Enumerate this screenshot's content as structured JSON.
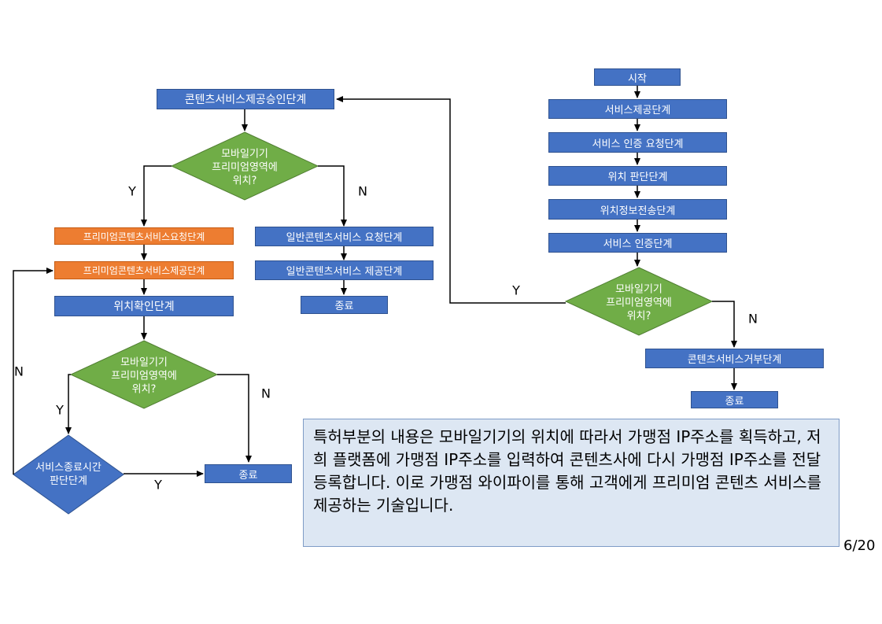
{
  "left_flow": {
    "approval": "콘텐츠서비스제공승인단계",
    "decision1": [
      "모바일기기",
      "프리미엄영역에",
      "위치?"
    ],
    "premium_request": "프리미엄콘텐츠서비스요청단계",
    "premium_provide": "프리미엄콘텐츠서비스제공단계",
    "location_check": "위치확인단계",
    "decision2": [
      "모바일기기",
      "프리미엄영역에",
      "위치?"
    ],
    "service_end_judge": [
      "서비스종료시간",
      "판단단계"
    ],
    "end_bottom": "종료",
    "general_request": "일반콘텐츠서비스 요청단계",
    "general_provide": "일반콘텐츠서비스 제공단계",
    "end_general": "종료"
  },
  "right_flow": {
    "start": "시작",
    "service_provide": "서비스제공단계",
    "auth_request": "서비스 인증 요청단계",
    "location_judge": "위치 판단단계",
    "location_send": "위치정보전송단계",
    "service_auth": "서비스 인증단계",
    "decision": [
      "모바일기기",
      "프리미엄영역에",
      "위치?"
    ],
    "content_reject": "콘텐츠서비스거부단계",
    "end": "종료"
  },
  "labels": {
    "yes": "Y",
    "no": "N"
  },
  "note": "특허부분의 내용은 모바일기기의 위치에 따라서 가맹점 IP주소를 획득하고, 저희 플랫폼에 가맹점 IP주소를 입력하여 콘텐츠사에 다시 가맹점 IP주소를 전달등록합니다. 이로 가맹점 와이파이를 통해 고객에게 프리미엄 콘텐츠 서비스를 제공하는 기술입니다.",
  "page_number": "6/20",
  "colors": {
    "process": "#4472c4",
    "premium": "#ed7d31",
    "decision": "#70ad47",
    "end_judge": "#4472c4",
    "note_bg": "#dde7f3"
  }
}
